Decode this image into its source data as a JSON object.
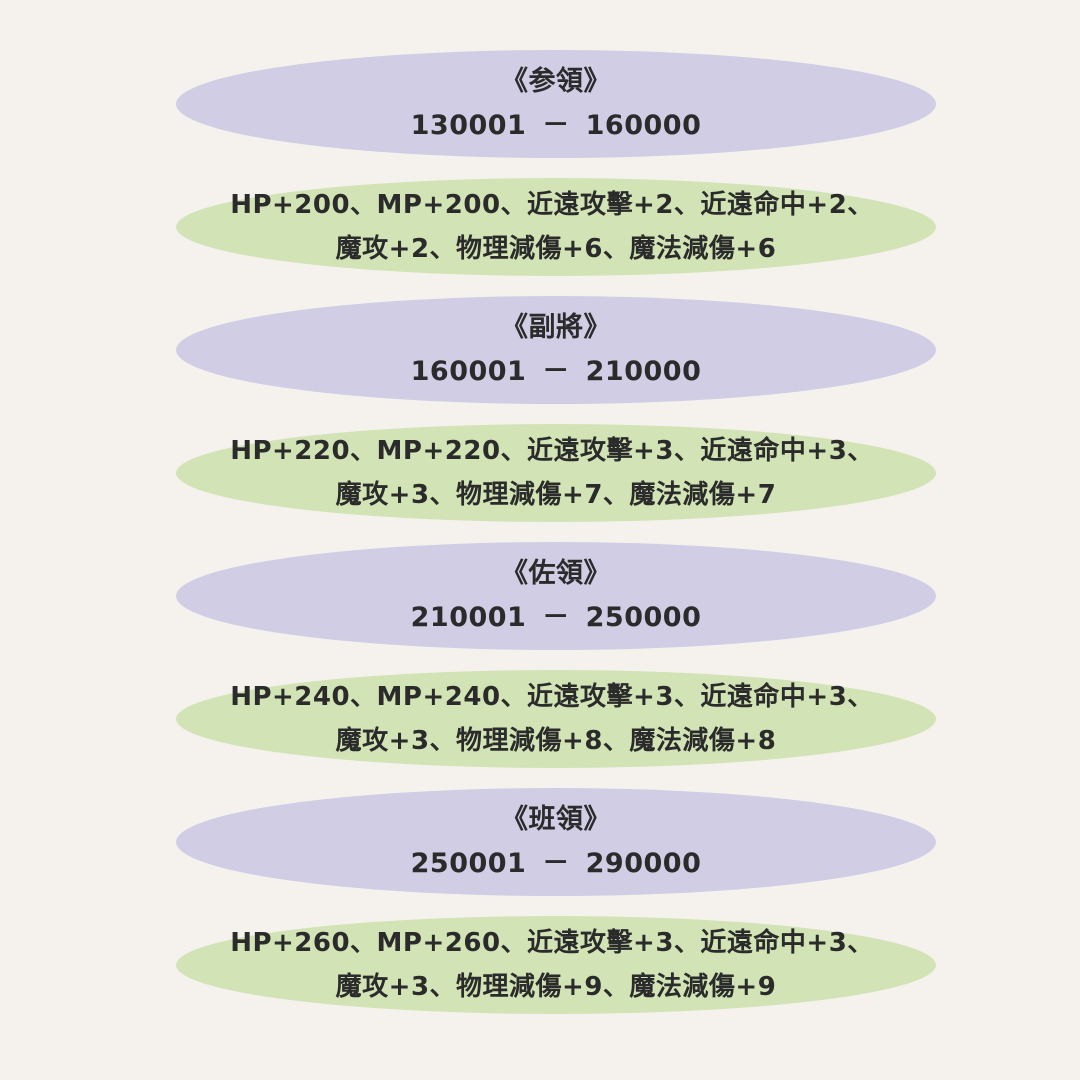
{
  "tiers": [
    {
      "rank": "《参領》",
      "range": "130001 － 160000",
      "bonus_line1": "HP+200、MP+200、近遠攻擊+2、近遠命中+2、",
      "bonus_line2": "魔攻+2、物理減傷+6、魔法減傷+6"
    },
    {
      "rank": "《副將》",
      "range": "160001 － 210000",
      "bonus_line1": "HP+220、MP+220、近遠攻擊+3、近遠命中+3、",
      "bonus_line2": "魔攻+3、物理減傷+7、魔法減傷+7"
    },
    {
      "rank": "《佐領》",
      "range": "210001 － 250000",
      "bonus_line1": "HP+240、MP+240、近遠攻擊+3、近遠命中+3、",
      "bonus_line2": "魔攻+3、物理減傷+8、魔法減傷+8"
    },
    {
      "rank": "《班領》",
      "range": "250001 － 290000",
      "bonus_line1": "HP+260、MP+260、近遠攻擊+3、近遠命中+3、",
      "bonus_line2": "魔攻+3、物理減傷+9、魔法減傷+9"
    }
  ],
  "colors": {
    "background": "#f5f2ee",
    "rank_pill": "#d0cde5",
    "bonus_pill": "#d2e3b5",
    "text": "#2b2b2b"
  }
}
